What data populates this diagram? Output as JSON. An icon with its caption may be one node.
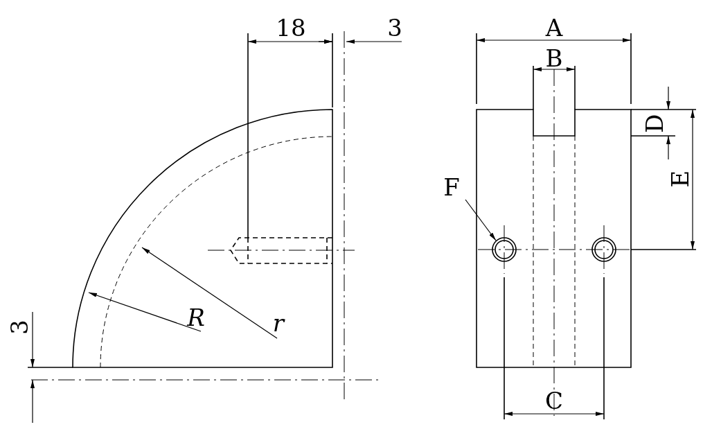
{
  "diagram": {
    "nodes": [
      {
        "text": [
          "F"
        ]
      },
      {
        "text": [],
        "shape": "circle"
      }
    ],
    "edges": [
      {
        "from": 0,
        "to": 1,
        "arrow": "to"
      }
    ],
    "labels": [
      "18",
      "3",
      "A",
      "B",
      "D",
      "E",
      "R",
      "r",
      "3",
      "C"
    ]
  }
}
